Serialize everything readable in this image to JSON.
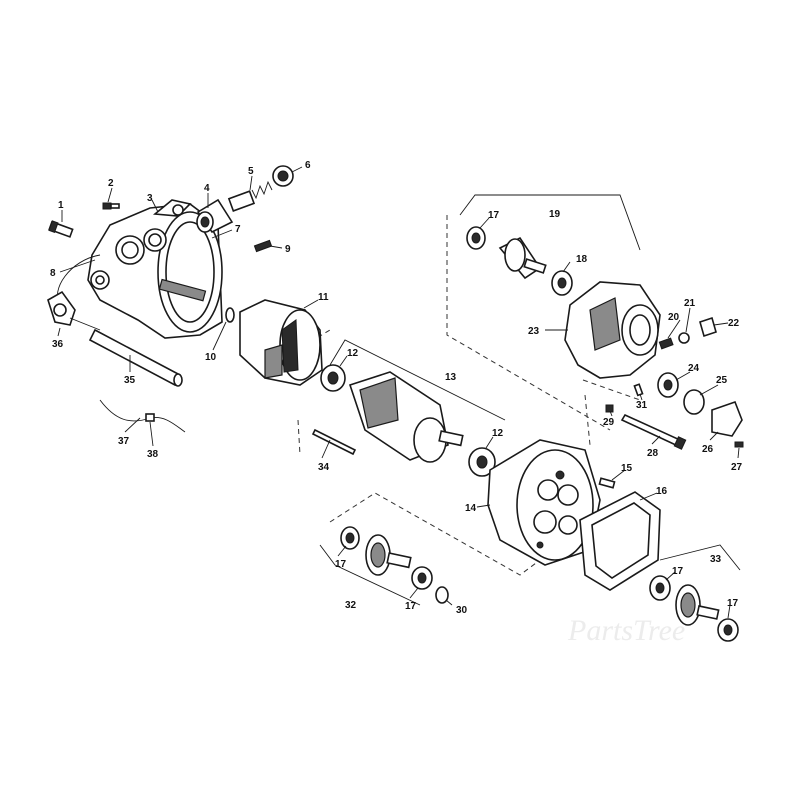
{
  "callouts": {
    "c1": "1",
    "c2": "2",
    "c3": "3",
    "c4": "4",
    "c5": "5",
    "c6": "6",
    "c7": "7",
    "c8": "8",
    "c9": "9",
    "c10": "10",
    "c11": "11",
    "c12a": "12",
    "c12b": "12",
    "c13": "13",
    "c14": "14",
    "c15": "15",
    "c16": "16",
    "c17a": "17",
    "c17b": "17",
    "c17c": "17",
    "c17d": "17",
    "c17e": "17",
    "c18": "18",
    "c19": "19",
    "c20": "20",
    "c21": "21",
    "c22": "22",
    "c23": "23",
    "c24": "24",
    "c25": "25",
    "c26": "26",
    "c27": "27",
    "c28": "28",
    "c29": "29",
    "c30": "30",
    "c31": "31",
    "c32": "32",
    "c33": "33",
    "c34": "34",
    "c35": "35",
    "c36": "36",
    "c37": "37",
    "c38": "38"
  },
  "watermark": "PartsTree",
  "colors": {
    "line": "#1a1a1a",
    "shade": "#8a8a8a",
    "background": "#ffffff"
  }
}
